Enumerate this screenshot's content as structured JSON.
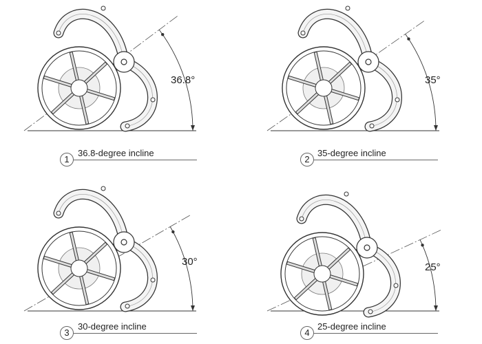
{
  "panels": [
    {
      "step": "1",
      "angle_value": 36.8,
      "angle_label": "36.8°",
      "caption": "36.8-degree incline"
    },
    {
      "step": "2",
      "angle_value": 35,
      "angle_label": "35°",
      "caption": "35-degree incline"
    },
    {
      "step": "3",
      "angle_value": 30,
      "angle_label": "30°",
      "caption": "30-degree incline"
    },
    {
      "step": "4",
      "angle_value": 25,
      "angle_label": "25°",
      "caption": "25-degree incline"
    }
  ],
  "colors": {
    "line": "#333333",
    "fill": "#f2f2f2"
  }
}
